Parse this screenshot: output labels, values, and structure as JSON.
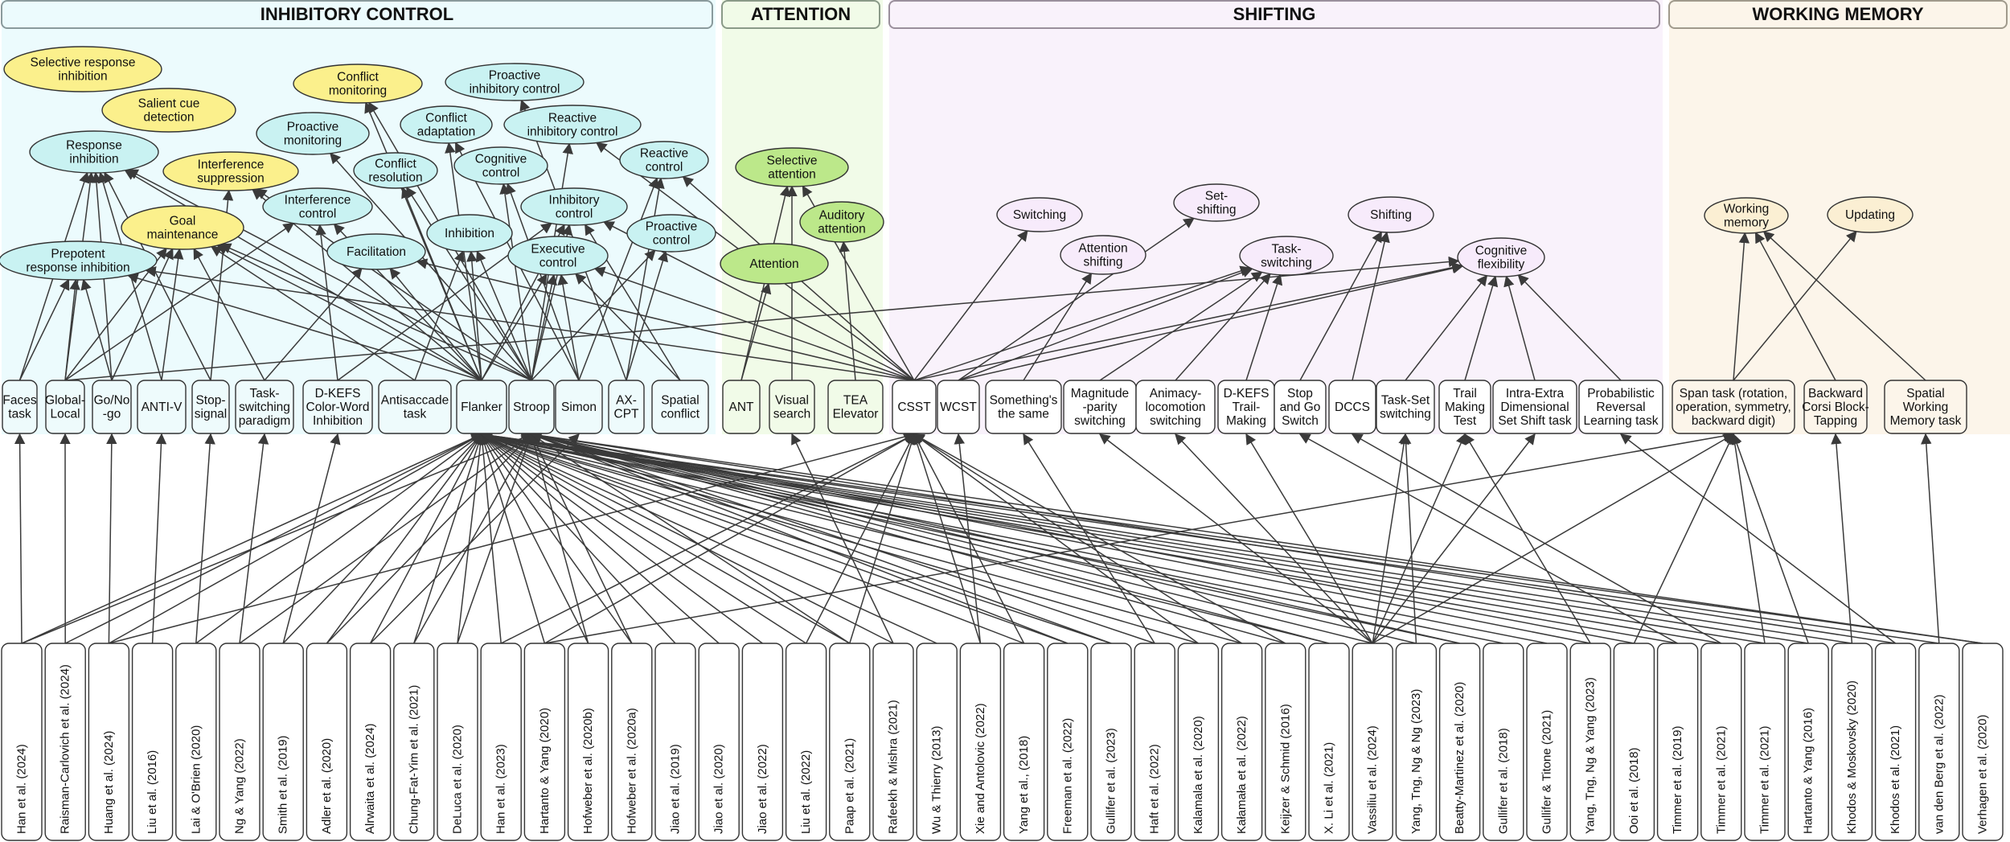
{
  "sections": [
    {
      "id": "ic",
      "label": "INHIBITORY CONTROL",
      "bg": "#ecfbfd",
      "border": "#8a9a9c"
    },
    {
      "id": "att",
      "label": "ATTENTION",
      "bg": "#f1fbe8",
      "border": "#8a9a88"
    },
    {
      "id": "shift",
      "label": "SHIFTING",
      "bg": "#f9f2fb",
      "border": "#9a8f9c"
    },
    {
      "id": "wm",
      "label": "WORKING MEMORY",
      "bg": "#fcf5ea",
      "border": "#a09a8c"
    }
  ],
  "colors": {
    "yellow": "#fbf08c",
    "cyan": "#c9f2f2",
    "green": "#bce88a",
    "lilac": "#f7ebfb",
    "beige": "#fbefd3",
    "task_ic": "#eefbfc",
    "task_att": "#f1fbe8",
    "task_shift": "#ffffff",
    "task_wm": "#fcf5ea",
    "study": "#ffffff"
  },
  "constructs": [
    {
      "id": "sri",
      "label": "Selective response|inhibition",
      "color": "yellow"
    },
    {
      "id": "scd",
      "label": "Salient cue|detection",
      "color": "yellow"
    },
    {
      "id": "cm",
      "label": "Conflict|monitoring",
      "color": "yellow"
    },
    {
      "id": "pic",
      "label": "Proactive|inhibitory control",
      "color": "cyan"
    },
    {
      "id": "pm",
      "label": "Proactive|monitoring",
      "color": "cyan"
    },
    {
      "id": "ca",
      "label": "Conflict|adaptation",
      "color": "cyan"
    },
    {
      "id": "ric",
      "label": "Reactive|inhibitory control",
      "color": "cyan"
    },
    {
      "id": "ri",
      "label": "Response|inhibition",
      "color": "cyan"
    },
    {
      "id": "is",
      "label": "Interference|suppression",
      "color": "yellow"
    },
    {
      "id": "cr",
      "label": "Conflict|resolution",
      "color": "cyan"
    },
    {
      "id": "cc",
      "label": "Cognitive|control",
      "color": "cyan"
    },
    {
      "id": "rc",
      "label": "Reactive|control",
      "color": "cyan"
    },
    {
      "id": "intc",
      "label": "Interference|control",
      "color": "cyan"
    },
    {
      "id": "ic2",
      "label": "Inhibitory|control",
      "color": "cyan"
    },
    {
      "id": "gm",
      "label": "Goal|maintenance",
      "color": "yellow"
    },
    {
      "id": "inh",
      "label": "Inhibition",
      "color": "cyan"
    },
    {
      "id": "pc",
      "label": "Proactive|control",
      "color": "cyan"
    },
    {
      "id": "fac",
      "label": "Facilitation",
      "color": "cyan"
    },
    {
      "id": "ec",
      "label": "Executive|control",
      "color": "cyan"
    },
    {
      "id": "pri",
      "label": "Prepotent|response inhibition",
      "color": "cyan"
    },
    {
      "id": "sa",
      "label": "Selective|attention",
      "color": "green"
    },
    {
      "id": "aa",
      "label": "Auditory|attention",
      "color": "green"
    },
    {
      "id": "att",
      "label": "Attention",
      "color": "green"
    },
    {
      "id": "sw",
      "label": "Switching",
      "color": "lilac"
    },
    {
      "id": "ss",
      "label": "Set-|shifting",
      "color": "lilac"
    },
    {
      "id": "ash",
      "label": "Attention|shifting",
      "color": "lilac"
    },
    {
      "id": "ts",
      "label": "Task-|switching",
      "color": "lilac"
    },
    {
      "id": "sh",
      "label": "Shifting",
      "color": "lilac"
    },
    {
      "id": "cf",
      "label": "Cognitive|flexibility",
      "color": "lilac"
    },
    {
      "id": "wm",
      "label": "Working|memory",
      "color": "beige"
    },
    {
      "id": "upd",
      "label": "Updating",
      "color": "beige"
    }
  ],
  "tasks": [
    {
      "id": "faces",
      "label": "Faces|task",
      "sec": "ic"
    },
    {
      "id": "gl",
      "label": "Global-|Local",
      "sec": "ic"
    },
    {
      "id": "gng",
      "label": "Go/No|-go",
      "sec": "ic"
    },
    {
      "id": "antiv",
      "label": "ANTI-V",
      "sec": "ic"
    },
    {
      "id": "stop",
      "label": "Stop-|signal",
      "sec": "ic"
    },
    {
      "id": "tsp",
      "label": "Task-|switching|paradigm",
      "sec": "ic"
    },
    {
      "id": "dkcw",
      "label": "D-KEFS|Color-Word|Inhibition",
      "sec": "ic"
    },
    {
      "id": "anti",
      "label": "Antisaccade|task",
      "sec": "ic"
    },
    {
      "id": "flank",
      "label": "Flanker",
      "sec": "ic"
    },
    {
      "id": "stroop",
      "label": "Stroop",
      "sec": "ic"
    },
    {
      "id": "simon",
      "label": "Simon",
      "sec": "ic"
    },
    {
      "id": "axcpt",
      "label": "AX-|CPT",
      "sec": "ic"
    },
    {
      "id": "spat",
      "label": "Spatial|conflict",
      "sec": "ic"
    },
    {
      "id": "ant",
      "label": "ANT",
      "sec": "att"
    },
    {
      "id": "vs",
      "label": "Visual|search",
      "sec": "att"
    },
    {
      "id": "tea",
      "label": "TEA|Elevator",
      "sec": "att"
    },
    {
      "id": "csst",
      "label": "CSST",
      "sec": "shift"
    },
    {
      "id": "wcst",
      "label": "WCST",
      "sec": "shift"
    },
    {
      "id": "sts",
      "label": "Something's|the same",
      "sec": "shift"
    },
    {
      "id": "mps",
      "label": "Magnitude|-parity|switching",
      "sec": "shift"
    },
    {
      "id": "als",
      "label": "Animacy-|locomotion|switching",
      "sec": "shift"
    },
    {
      "id": "dktm",
      "label": "D-KEFS|Trail-|Making",
      "sec": "shift"
    },
    {
      "id": "sgs",
      "label": "Stop|and Go|Switch",
      "sec": "shift"
    },
    {
      "id": "dccs",
      "label": "DCCS",
      "sec": "shift"
    },
    {
      "id": "tss",
      "label": "Task-Set|switching",
      "sec": "shift"
    },
    {
      "id": "tmt",
      "label": "Trail|Making|Test",
      "sec": "shift"
    },
    {
      "id": "ied",
      "label": "Intra-Extra|Dimensional|Set Shift task",
      "sec": "shift"
    },
    {
      "id": "prl",
      "label": "Probabilistic|Reversal|Learning task",
      "sec": "shift"
    },
    {
      "id": "span",
      "label": "Span task (rotation,|operation, symmetry,|backward digit)",
      "sec": "wm"
    },
    {
      "id": "bcbt",
      "label": "Backward|Corsi Block-|Tapping",
      "sec": "wm"
    },
    {
      "id": "swm",
      "label": "Spatial|Working|Memory task",
      "sec": "wm"
    }
  ],
  "studies": [
    "Han et al. (2024)",
    "Raisman-Carlovich et al. (2024)",
    "Huang et al. (2024)",
    "Liu et al. (2016)",
    "Lai & O'Brien (2020)",
    "Ng & Yang (2022)",
    "Smith et al. (2019)",
    "Adler et al. (2020)",
    "Alrwaita et al. (2024)",
    "Chung-Fat-Yim et al. (2021)",
    "DeLuca et al. (2020)",
    "Han et al. (2023)",
    "Hartanto & Yang (2020)",
    "Hofweber et al. (2020b)",
    "Hofweber et al. (2020a)",
    "Jiao et al. (2019)",
    "Jiao et al. (2020)",
    "Jiao et al. (2022)",
    "Liu et al. (2022)",
    "Paap et al. (2021)",
    "Rafeekh & Mishra (2021)",
    "Wu & Thierry (2013)",
    "Xie and Antolovic (2022)",
    "Yang et al., (2018)",
    "Freeman et al. (2022)",
    "Gullifer et al. (2023)",
    "Haft et al. (2022)",
    "Kalamala et al. (2020)",
    "Kałamała et al. (2022)",
    "Keijzer & Schmid (2016)",
    "X. Li et al. (2021)",
    "Vassiliu et al. (2024)",
    "Yang, Tng, Ng & Ng (2023)",
    "Beatty-Martinez et al. (2020)",
    "Gullifer et al. (2018)",
    "Gullifer & Titone (2021)",
    "Yang, Tng, Ng & Yang (2023)",
    "Ooi et al. (2018)",
    "Timmer et al. (2019)",
    "Timmer et al. (2021)",
    "Timmer et al. (2021)",
    "Hartanto & Yang (2016)",
    "Khodos & Moskovsky (2020)",
    "Khodos et al. (2021)",
    "van den Berg et al. (2022)",
    "Verhagen et al. (2020)"
  ],
  "task_construct_links": [
    [
      "faces",
      "pri"
    ],
    [
      "faces",
      "ri"
    ],
    [
      "gl",
      "pri"
    ],
    [
      "gl",
      "ri"
    ],
    [
      "gl",
      "gm"
    ],
    [
      "gl",
      "intc"
    ],
    [
      "gl",
      "cf"
    ],
    [
      "gng",
      "ri"
    ],
    [
      "gng",
      "pri"
    ],
    [
      "gng",
      "gm"
    ],
    [
      "antiv",
      "ri"
    ],
    [
      "antiv",
      "gm"
    ],
    [
      "stop",
      "ri"
    ],
    [
      "stop",
      "is"
    ],
    [
      "tsp",
      "gm"
    ],
    [
      "tsp",
      "fac"
    ],
    [
      "dkcw",
      "ic2"
    ],
    [
      "dkcw",
      "intc"
    ],
    [
      "anti",
      "gm"
    ],
    [
      "anti",
      "inh"
    ],
    [
      "flank",
      "ri"
    ],
    [
      "flank",
      "is"
    ],
    [
      "flank",
      "cr"
    ],
    [
      "flank",
      "intc"
    ],
    [
      "flank",
      "cm"
    ],
    [
      "flank",
      "ec"
    ],
    [
      "flank",
      "inh"
    ],
    [
      "flank",
      "ic2"
    ],
    [
      "flank",
      "fac"
    ],
    [
      "flank",
      "pri"
    ],
    [
      "flank",
      "ca"
    ],
    [
      "flank",
      "gm"
    ],
    [
      "stroop",
      "ri"
    ],
    [
      "stroop",
      "cr"
    ],
    [
      "stroop",
      "cc"
    ],
    [
      "stroop",
      "ic2"
    ],
    [
      "stroop",
      "ec"
    ],
    [
      "stroop",
      "inh"
    ],
    [
      "stroop",
      "pm"
    ],
    [
      "stroop",
      "cm"
    ],
    [
      "stroop",
      "gm"
    ],
    [
      "stroop",
      "pc"
    ],
    [
      "stroop",
      "is"
    ],
    [
      "stroop",
      "ric"
    ],
    [
      "simon",
      "ec"
    ],
    [
      "simon",
      "cc"
    ],
    [
      "simon",
      "rc"
    ],
    [
      "simon",
      "ca"
    ],
    [
      "axcpt",
      "pc"
    ],
    [
      "axcpt",
      "rc"
    ],
    [
      "axcpt",
      "pic"
    ],
    [
      "spat",
      "ic2"
    ],
    [
      "spat",
      "ec"
    ],
    [
      "ant",
      "att"
    ],
    [
      "ant",
      "sa"
    ],
    [
      "vs",
      "sa"
    ],
    [
      "tea",
      "aa"
    ],
    [
      "csst",
      "sa"
    ],
    [
      "csst",
      "ts"
    ],
    [
      "csst",
      "cf"
    ],
    [
      "csst",
      "sw"
    ],
    [
      "csst",
      "ric"
    ],
    [
      "csst",
      "rc"
    ],
    [
      "csst",
      "ic2"
    ],
    [
      "csst",
      "ec"
    ],
    [
      "csst",
      "fac"
    ],
    [
      "csst",
      "pri"
    ],
    [
      "wcst",
      "ss"
    ],
    [
      "wcst",
      "ts"
    ],
    [
      "wcst",
      "cf"
    ],
    [
      "sts",
      "ash"
    ],
    [
      "mps",
      "ts"
    ],
    [
      "als",
      "ts"
    ],
    [
      "dktm",
      "ts"
    ],
    [
      "sgs",
      "sh"
    ],
    [
      "dccs",
      "sh"
    ],
    [
      "tss",
      "cf"
    ],
    [
      "tmt",
      "cf"
    ],
    [
      "ied",
      "cf"
    ],
    [
      "prl",
      "cf"
    ],
    [
      "span",
      "wm"
    ],
    [
      "span",
      "upd"
    ],
    [
      "bcbt",
      "wm"
    ],
    [
      "swm",
      "wm"
    ]
  ],
  "study_task_links": [
    [
      0,
      "faces"
    ],
    [
      0,
      "flank"
    ],
    [
      0,
      "stroop"
    ],
    [
      1,
      "gl"
    ],
    [
      1,
      "flank"
    ],
    [
      2,
      "gng"
    ],
    [
      2,
      "flank"
    ],
    [
      2,
      "csst"
    ],
    [
      3,
      "antiv"
    ],
    [
      4,
      "stop"
    ],
    [
      4,
      "flank"
    ],
    [
      5,
      "tsp"
    ],
    [
      5,
      "stroop"
    ],
    [
      6,
      "dkcw"
    ],
    [
      6,
      "flank"
    ],
    [
      7,
      "flank"
    ],
    [
      7,
      "stroop"
    ],
    [
      8,
      "flank"
    ],
    [
      8,
      "simon"
    ],
    [
      9,
      "flank"
    ],
    [
      9,
      "stroop"
    ],
    [
      10,
      "flank"
    ],
    [
      10,
      "stroop"
    ],
    [
      11,
      "flank"
    ],
    [
      11,
      "csst"
    ],
    [
      12,
      "flank"
    ],
    [
      12,
      "csst"
    ],
    [
      12,
      "span"
    ],
    [
      13,
      "flank"
    ],
    [
      13,
      "stroop"
    ],
    [
      14,
      "flank"
    ],
    [
      14,
      "stroop"
    ],
    [
      15,
      "flank"
    ],
    [
      16,
      "flank"
    ],
    [
      17,
      "flank"
    ],
    [
      18,
      "csst"
    ],
    [
      18,
      "flank"
    ],
    [
      19,
      "flank"
    ],
    [
      19,
      "stroop"
    ],
    [
      19,
      "csst"
    ],
    [
      20,
      "vs"
    ],
    [
      20,
      "flank"
    ],
    [
      21,
      "flank"
    ],
    [
      22,
      "csst"
    ],
    [
      22,
      "wcst"
    ],
    [
      23,
      "flank"
    ],
    [
      23,
      "csst"
    ],
    [
      24,
      "flank"
    ],
    [
      24,
      "stroop"
    ],
    [
      25,
      "flank"
    ],
    [
      25,
      "stroop"
    ],
    [
      26,
      "stroop"
    ],
    [
      26,
      "sts"
    ],
    [
      27,
      "flank"
    ],
    [
      27,
      "csst"
    ],
    [
      28,
      "flank"
    ],
    [
      28,
      "csst"
    ],
    [
      29,
      "stroop"
    ],
    [
      29,
      "csst"
    ],
    [
      30,
      "flank"
    ],
    [
      30,
      "stroop"
    ],
    [
      31,
      "stroop"
    ],
    [
      31,
      "mps"
    ],
    [
      31,
      "als"
    ],
    [
      31,
      "dktm"
    ],
    [
      31,
      "tss"
    ],
    [
      31,
      "tmt"
    ],
    [
      31,
      "ied"
    ],
    [
      31,
      "span"
    ],
    [
      32,
      "stroop"
    ],
    [
      32,
      "tss"
    ],
    [
      33,
      "flank"
    ],
    [
      33,
      "stroop"
    ],
    [
      34,
      "flank"
    ],
    [
      35,
      "flank"
    ],
    [
      36,
      "stroop"
    ],
    [
      36,
      "tmt"
    ],
    [
      37,
      "stroop"
    ],
    [
      37,
      "span"
    ],
    [
      38,
      "flank"
    ],
    [
      38,
      "sgs"
    ],
    [
      39,
      "flank"
    ],
    [
      39,
      "dccs"
    ],
    [
      40,
      "flank"
    ],
    [
      40,
      "span"
    ],
    [
      41,
      "flank"
    ],
    [
      41,
      "span"
    ],
    [
      42,
      "flank"
    ],
    [
      42,
      "bcbt"
    ],
    [
      43,
      "stroop"
    ],
    [
      43,
      "prl"
    ],
    [
      44,
      "flank"
    ],
    [
      44,
      "swm"
    ],
    [
      45,
      "flank"
    ],
    [
      45,
      "stroop"
    ]
  ]
}
